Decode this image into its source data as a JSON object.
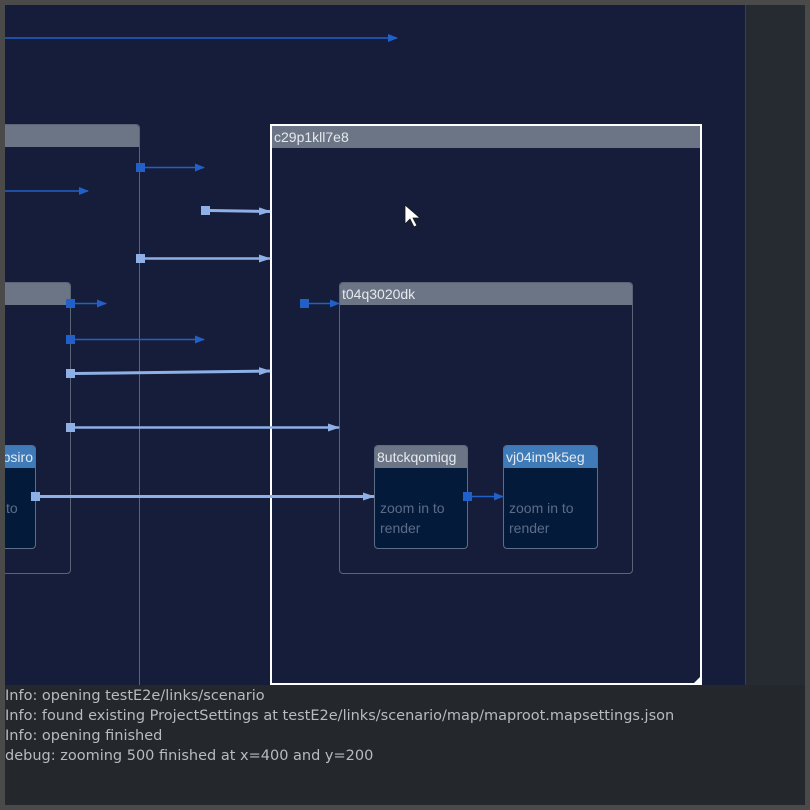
{
  "nodes": {
    "left_outer": {
      "title": ""
    },
    "left_inner": {
      "title": ""
    },
    "left_leaf": {
      "title": "psiro",
      "placeholder": "to"
    },
    "c29": {
      "title": "c29p1kll7e8"
    },
    "t04": {
      "title": "t04q3020dk"
    },
    "utck": {
      "title": "8utckqomiqg",
      "placeholder": "zoom in to render"
    },
    "vj04": {
      "title": "vj04im9k5eg",
      "placeholder": "zoom in to render"
    }
  },
  "console": {
    "lines": [
      "Info: opening testE2e/links/scenario",
      "Info: found existing ProjectSettings at testE2e/links/scenario/map/maproot.mapsettings.json",
      "Info: opening finished",
      "debug: zooming 500 finished at x=400 and y=200"
    ]
  },
  "colors": {
    "canvas_bg": "#151d3a",
    "node_header": "#6b7585",
    "leaf_header_blue": "#3f7bb8",
    "link_dark": "#2160c8",
    "link_light": "#8fb0e6",
    "console_bg": "#24272c"
  },
  "icons": {
    "pointer": "mouse-pointer-icon"
  }
}
